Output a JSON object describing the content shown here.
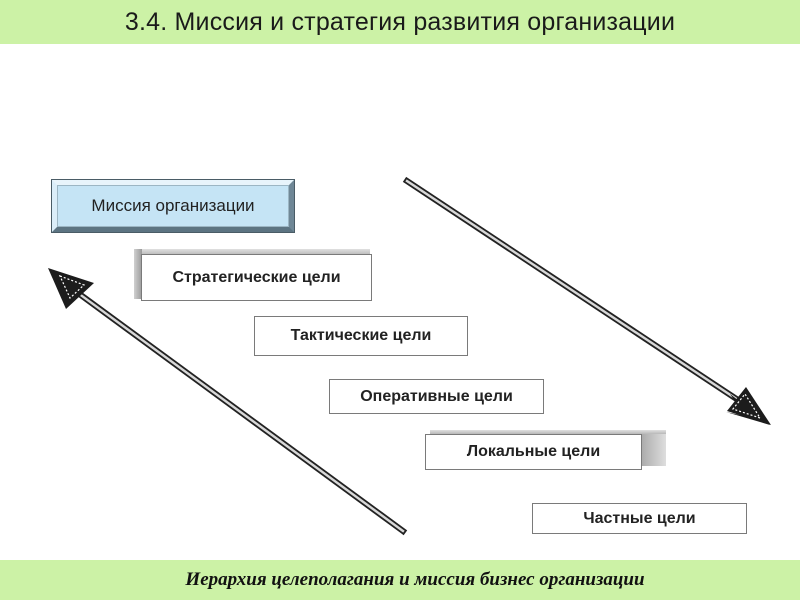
{
  "header": {
    "title": "3.4. Миссия и стратегия развития организации"
  },
  "diagram": {
    "mission": "Миссия организации",
    "goals": [
      "Стратегические цели",
      "Тактические цели",
      "Оперативные цели",
      "Локальные цели",
      "Частные цели"
    ],
    "arrows": [
      {
        "direction": "down-right"
      },
      {
        "direction": "up-left"
      }
    ]
  },
  "footer": {
    "caption": "Иерархия целеполагания и миссия бизнес организации"
  },
  "colors": {
    "header_bg": "#ccf2a6",
    "footer_bg": "#ccf2a6",
    "mission_bg": "#c5e4f5",
    "goal_bg": "#ffffff",
    "arrow": "#333333"
  }
}
